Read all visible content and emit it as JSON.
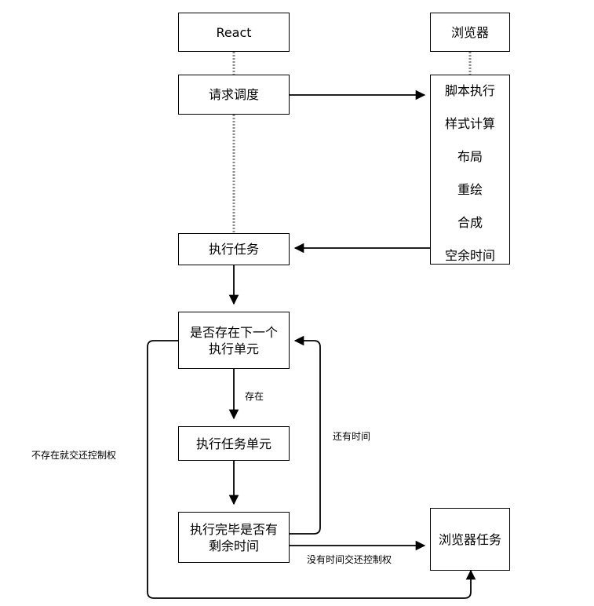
{
  "lanes": {
    "react": "React",
    "browser": "浏览器"
  },
  "nodes": {
    "request_schedule": "请求调度",
    "execute_task": "执行任务",
    "has_next_unit": "是否存在下一个\n执行单元",
    "execute_unit": "执行任务单元",
    "remaining_time": "执行完毕是否有\n剩余时间",
    "browser_task": "浏览器任务"
  },
  "browser_steps": [
    "脚本执行",
    "样式计算",
    "布局",
    "重绘",
    "合成",
    "空余时间"
  ],
  "edge_labels": {
    "exists": "存在",
    "has_time": "还有时间",
    "not_exists": "不存在就交还控制权",
    "no_time": "没有时间交还控制权"
  }
}
